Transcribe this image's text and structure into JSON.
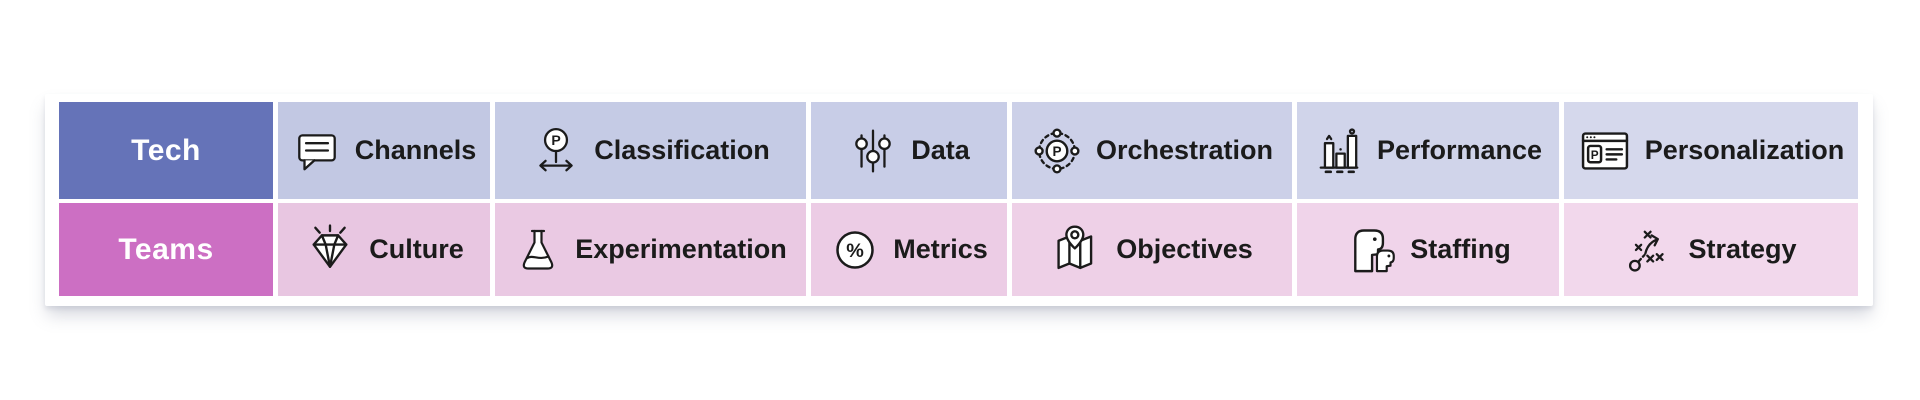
{
  "colors": {
    "tech_header_bg": "#6573b8",
    "tech_cell_bg": "#c5cbe5",
    "tech_cell_bg_light": "#d5d8ec",
    "teams_header_bg": "#cc6fc3",
    "teams_cell_bg": "#eac9e3",
    "teams_cell_bg_light": "#f2d8ec",
    "header_text": "#ffffff",
    "text": "#1b1b1b",
    "background": "#ffffff"
  },
  "table": {
    "rows": [
      {
        "header": "Tech",
        "cells": [
          {
            "label": "Channels",
            "icon": "message-icon"
          },
          {
            "label": "Classification",
            "icon": "classification-sign-icon"
          },
          {
            "label": "Data",
            "icon": "sliders-icon"
          },
          {
            "label": "Orchestration",
            "icon": "orbit-icon"
          },
          {
            "label": "Performance",
            "icon": "bar-chart-icon"
          },
          {
            "label": "Personalization",
            "icon": "browser-profile-icon"
          }
        ]
      },
      {
        "header": "Teams",
        "cells": [
          {
            "label": "Culture",
            "icon": "gem-icon"
          },
          {
            "label": "Experimentation",
            "icon": "flask-icon"
          },
          {
            "label": "Metrics",
            "icon": "percent-icon"
          },
          {
            "label": "Objectives",
            "icon": "map-pin-icon"
          },
          {
            "label": "Staffing",
            "icon": "people-icon"
          },
          {
            "label": "Strategy",
            "icon": "tactics-icon"
          }
        ]
      }
    ]
  }
}
